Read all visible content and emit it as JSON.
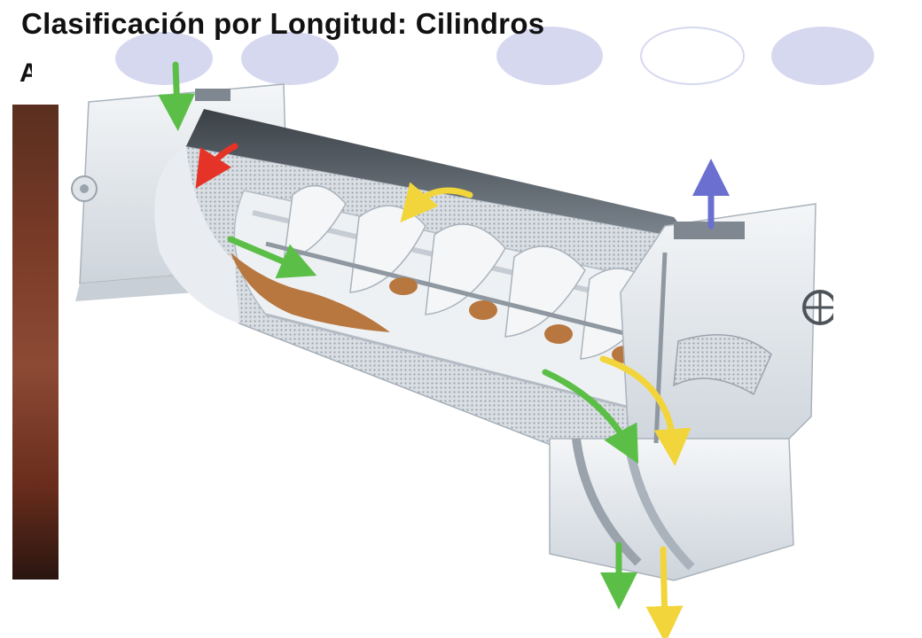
{
  "slide": {
    "title": "Clasificación por Longitud: Cilindros",
    "subtitle_fragment": "A"
  },
  "colors": {
    "decor_circle": "#d6d8f0",
    "metal_light": "#e9edf1",
    "metal_shadow": "#c3cad2",
    "grain": "#b7773f",
    "arrow_inlet": "#5bbf47",
    "arrow_long_grain": "#5bbf47",
    "arrow_short_grain": "#f2d53a",
    "arrow_return": "#e53427",
    "arrow_air": "#6a6fd0"
  },
  "diagram": {
    "type": "cutaway illustration of an indented cylinder grain length separator",
    "flow_arrows": [
      "inlet-green",
      "internal-red",
      "internal-green",
      "internal-yellow",
      "outlet-green",
      "outlet-yellow",
      "air-blue"
    ]
  }
}
